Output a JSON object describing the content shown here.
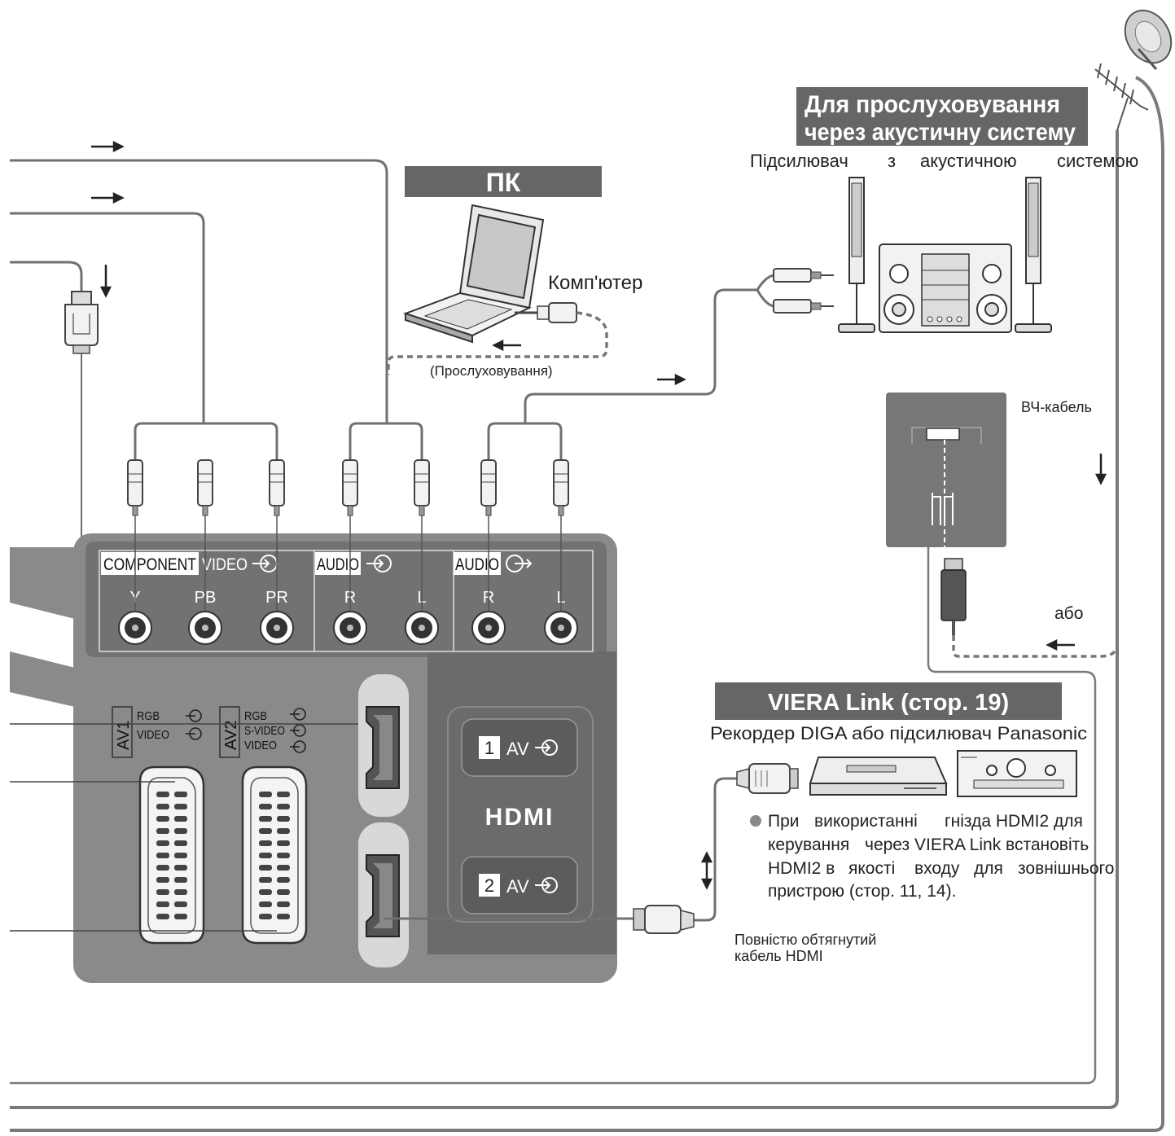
{
  "colors": {
    "panel": "#8a8a8a",
    "panel_dark": "#6e6e6e",
    "label_box": "#666666",
    "cable": "#707070",
    "text": "#222222"
  },
  "headers": {
    "speaker_system": [
      "Для прослуховування",
      "через акустичну систему"
    ],
    "pc": "ПК",
    "viera_link": "VIERA Link (стор. 19)"
  },
  "labels": {
    "amplifier": [
      "Підсилювач",
      "з",
      "акустичною",
      "системою"
    ],
    "computer": "Комп'ютер",
    "listening": "(Прослуховування)",
    "rf_cable": "ВЧ-кабель",
    "or": "або",
    "recorder": "Рекордер DIGA або підсилювач Panasonic",
    "note": [
      [
        "При",
        "використанні",
        "гнізда HDMI2 для"
      ],
      [
        "керування",
        "через VIERA Link встановіть"
      ],
      [
        "HDMI2 в",
        "якості",
        "входу",
        "для",
        "зовнішнього"
      ],
      [
        "пристрою (стор. 11, 14)."
      ]
    ],
    "hdmi_cable": [
      "Повністю обтягнутий",
      "кабель HDMI"
    ]
  },
  "panel": {
    "component_label": "COMPONENT",
    "video_label": "VIDEO",
    "audio_in_label": "AUDIO",
    "audio_out_label": "AUDIO",
    "jacks": [
      "Y",
      "PB",
      "PR",
      "R",
      "L",
      "R",
      "L"
    ],
    "av1": "AV1",
    "av1_lines": [
      "RGB",
      "VIDEO"
    ],
    "av2": "AV2",
    "av2_lines": [
      "RGB",
      "S-VIDEO",
      "VIDEO"
    ],
    "hdmi1_num": "1",
    "hdmi2_num": "2",
    "hdmi_av": "AV",
    "hdmi_logo": "HDMI"
  }
}
